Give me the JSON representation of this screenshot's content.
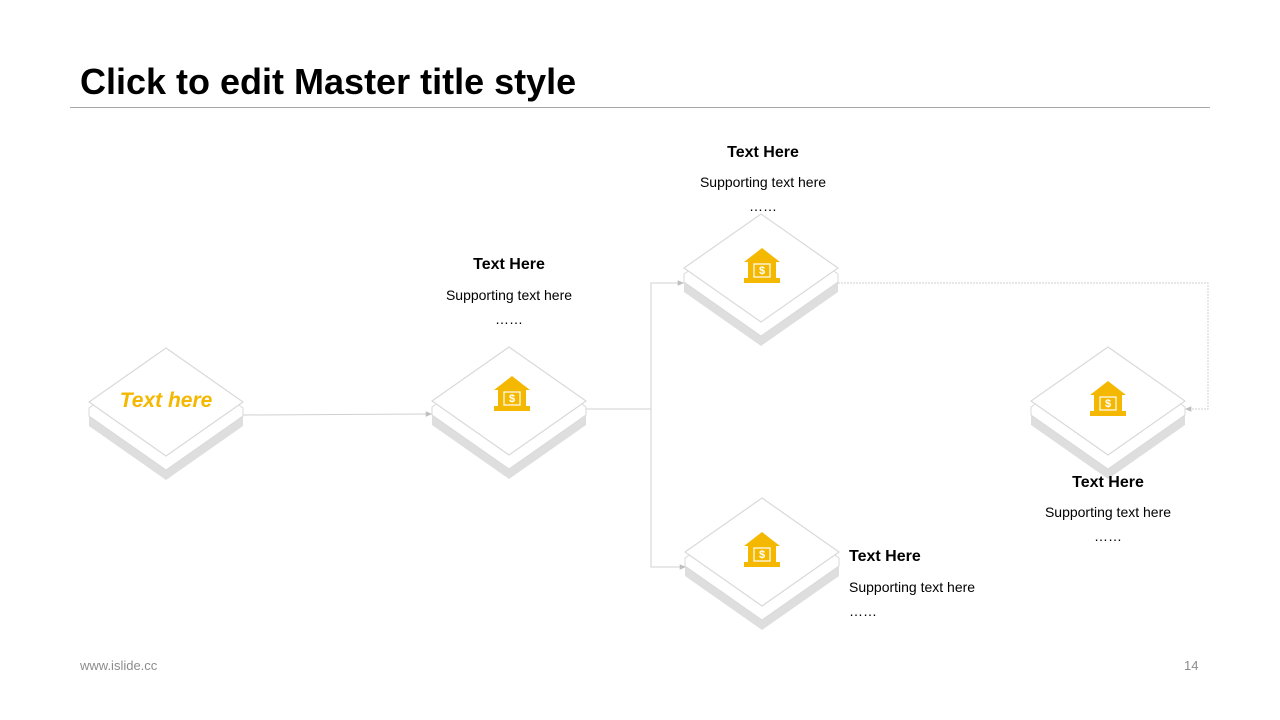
{
  "slide": {
    "title": "Click to edit Master title style",
    "footer_url": "www.islide.cc",
    "page_number": "14"
  },
  "colors": {
    "accent": "#f5b800",
    "tile_outline": "#d9d9d9",
    "tile_shadow": "#dedede",
    "connector": "#d0d0d0"
  },
  "start_node": {
    "label": "Text here"
  },
  "nodes": [
    {
      "id": "node-2",
      "icon": "bank-icon",
      "heading": "Text Here",
      "subtext": "Supporting text here",
      "more": "……"
    },
    {
      "id": "node-3",
      "icon": "bank-icon",
      "heading": "Text Here",
      "subtext": "Supporting text here",
      "more": "……"
    },
    {
      "id": "node-4",
      "icon": "bank-icon",
      "heading": "Text Here",
      "subtext": "Supporting text here",
      "more": "……"
    },
    {
      "id": "node-5",
      "icon": "bank-icon",
      "heading": "Text Here",
      "subtext": "Supporting text here",
      "more": "……"
    }
  ]
}
